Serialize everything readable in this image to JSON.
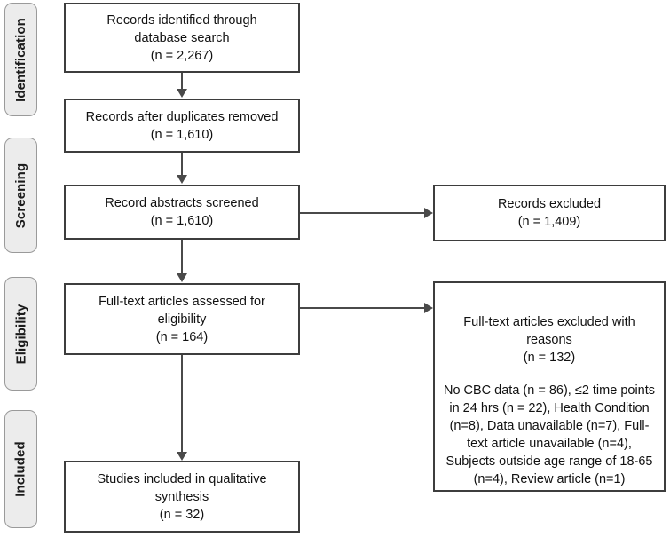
{
  "diagram": {
    "type": "prisma-flow-diagram",
    "stages": [
      {
        "id": "identification",
        "label": "Identification"
      },
      {
        "id": "screening",
        "label": "Screening"
      },
      {
        "id": "eligibility",
        "label": "Eligibility"
      },
      {
        "id": "included",
        "label": "Included"
      }
    ],
    "boxes": [
      {
        "id": "records-identified",
        "text": "Records identified through\ndatabase search\n(n = 2,267)"
      },
      {
        "id": "records-after-duplicates",
        "text": "Records after duplicates removed\n(n = 1,610)"
      },
      {
        "id": "abstracts-screened",
        "text": "Record abstracts screened\n(n = 1,610)"
      },
      {
        "id": "records-excluded",
        "text": "Records excluded\n(n = 1,409)"
      },
      {
        "id": "fulltext-assessed",
        "text": "Full-text articles assessed for\neligibility\n(n = 164)"
      },
      {
        "id": "fulltext-excluded",
        "heading": "Full-text articles excluded with\nreasons\n(n = 132)",
        "reasons": "No CBC data (n = 86), ≤2 time points in 24 hrs (n = 22), Health Condition (n=8), Data unavailable (n=7), Full-text article unavailable (n=4), Subjects outside age range of 18-65 (n=4), Review article (n=1)"
      },
      {
        "id": "studies-included",
        "text": "Studies included in qualitative\nsynthesis\n(n = 32)"
      }
    ],
    "colors": {
      "box_border": "#3d3d3d",
      "pill_fill": "#ececec",
      "pill_border": "#9a9a9a",
      "connector": "#4a4a4a",
      "text": "#111111",
      "background": "#ffffff"
    }
  }
}
